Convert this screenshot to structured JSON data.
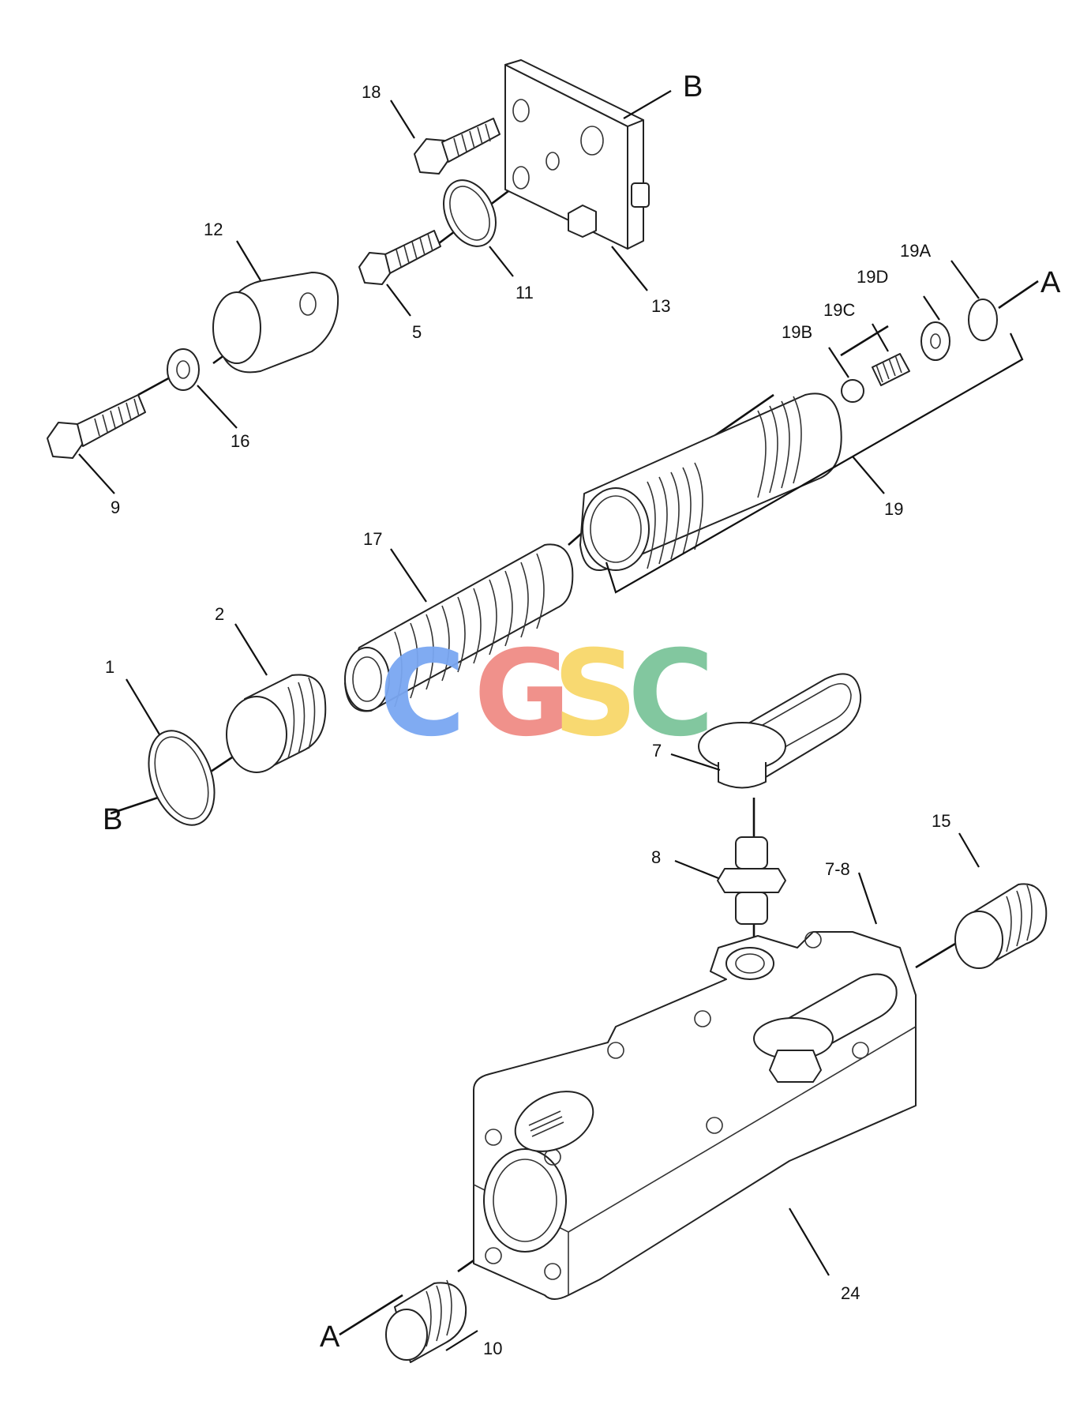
{
  "labels": {
    "l1": "1",
    "l2": "2",
    "l5": "5",
    "l7": "7",
    "l8": "8",
    "l9": "9",
    "l10": "10",
    "l11": "11",
    "l12": "12",
    "l13": "13",
    "l15": "15",
    "l16": "16",
    "l17": "17",
    "l18": "18",
    "l19": "19",
    "l19a": "19A",
    "l19b": "19B",
    "l19c": "19C",
    "l19d": "19D",
    "l24": "24",
    "l78": "7-8"
  },
  "refs": {
    "a_top": "A",
    "a_bottom": "A",
    "b_top": "B",
    "b_left": "B"
  },
  "watermark": {
    "letters": [
      "C",
      "G",
      "S",
      "C"
    ],
    "colors": [
      "#7aa7f2",
      "#f08c85",
      "#f8d86a",
      "#7cc59a"
    ]
  }
}
